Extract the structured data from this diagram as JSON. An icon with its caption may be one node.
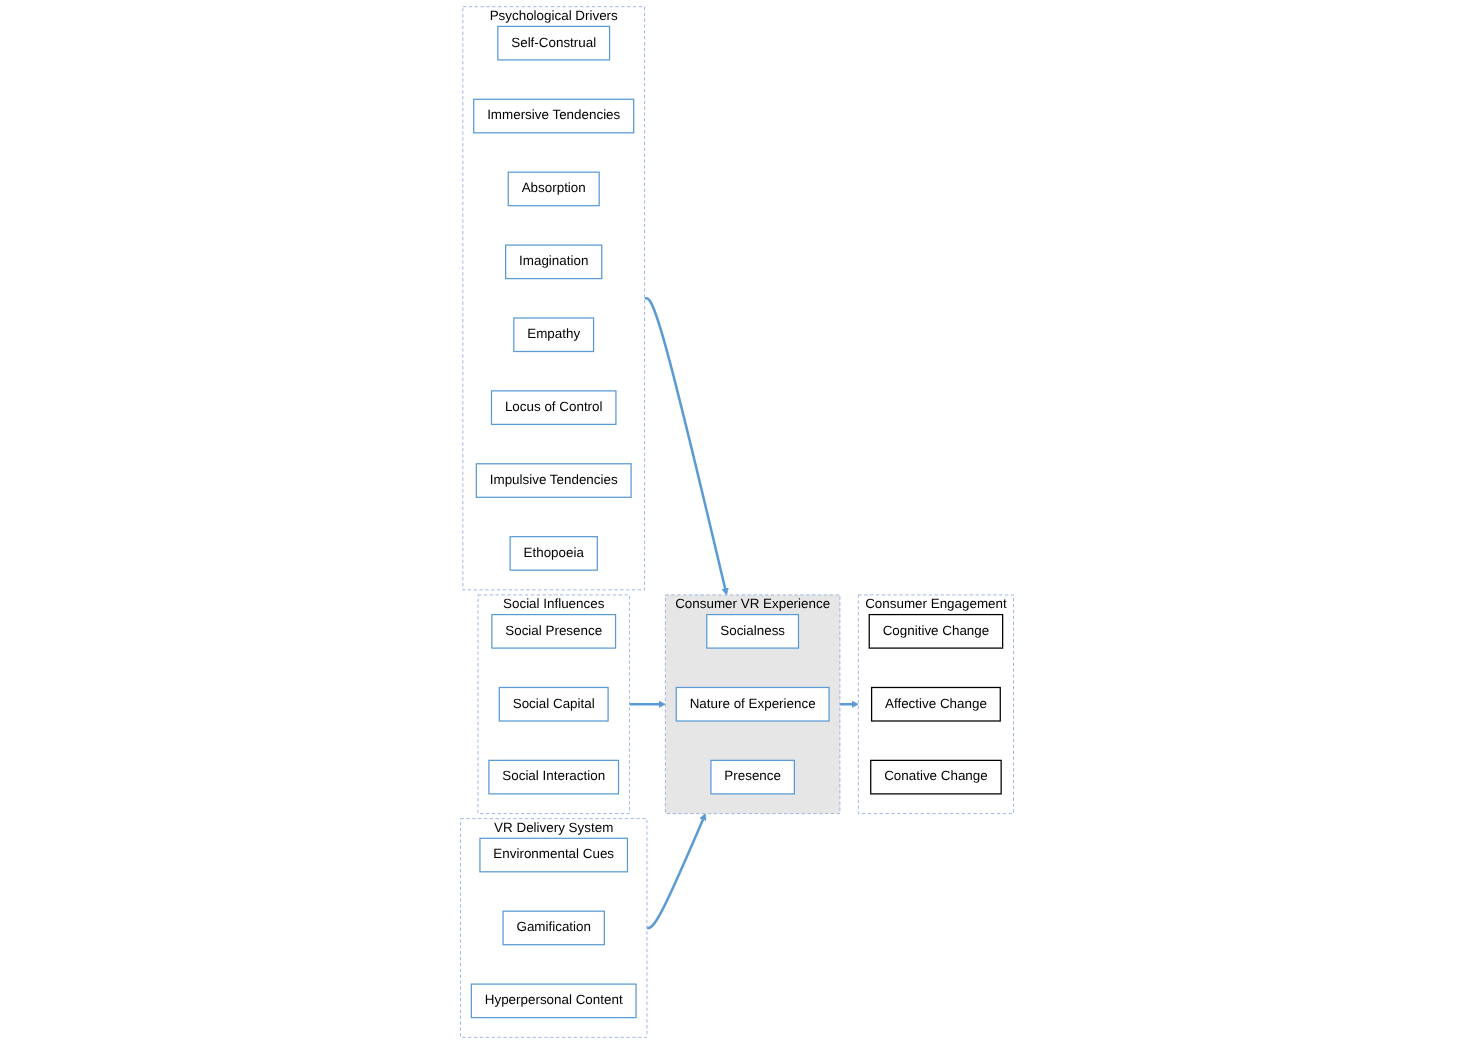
{
  "diagram": {
    "nodes": [
      {
        "text": [
          "Social Influences"
        ]
      },
      {
        "text": [
          "Social Presence"
        ],
        "in": 0
      },
      {
        "text": [
          "Social Capital"
        ],
        "in": 0
      },
      {
        "text": [
          "Social Interaction"
        ],
        "in": 0
      },
      {
        "text": [
          "Psychological Drivers"
        ]
      },
      {
        "text": [
          "Self-Construal"
        ],
        "in": 4
      },
      {
        "text": [
          "Immersive Tendencies"
        ],
        "in": 4
      },
      {
        "text": [
          "Absorption"
        ],
        "in": 4
      },
      {
        "text": [
          "Imagination"
        ],
        "in": 4
      },
      {
        "text": [
          "Empathy"
        ],
        "in": 4
      },
      {
        "text": [
          "Locus of Control"
        ],
        "in": 4
      },
      {
        "text": [
          "Impulsive Tendencies"
        ],
        "in": 4
      },
      {
        "text": [
          "Ethopoeia"
        ],
        "in": 4
      },
      {
        "text": [
          "Consumer VR Experience"
        ]
      },
      {
        "text": [
          "Socialness"
        ],
        "in": 13
      },
      {
        "text": [
          "Nature of Experience"
        ],
        "in": 13
      },
      {
        "text": [
          "Presence"
        ],
        "in": 13
      },
      {
        "text": [
          "Consumer Engagement"
        ]
      },
      {
        "text": [
          "Cognitive Change"
        ],
        "in": 17
      },
      {
        "text": [
          "Affective Change"
        ],
        "in": 17
      },
      {
        "text": [
          "Conative Change"
        ],
        "in": 17
      },
      {
        "text": [
          "VR Delivery System"
        ]
      },
      {
        "text": [
          "Environmental Cues"
        ],
        "in": 21
      },
      {
        "text": [
          "Gamification"
        ],
        "in": 21
      },
      {
        "text": [
          "Hyperpersonal Content"
        ],
        "in": 21
      }
    ],
    "edges": [
      {
        "from": 4,
        "to": 13,
        "arrow": "to"
      },
      {
        "from": 0,
        "to": 13,
        "arrow": "to"
      },
      {
        "from": 21,
        "to": 13,
        "arrow": "to"
      },
      {
        "from": 13,
        "to": 17,
        "arrow": "to"
      }
    ]
  }
}
